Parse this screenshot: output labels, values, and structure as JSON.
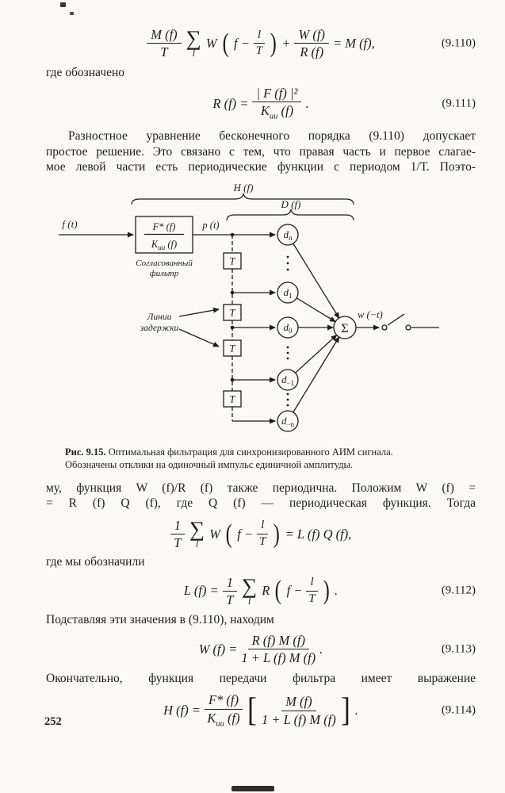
{
  "colors": {
    "paper": "#faf9f5",
    "ink": "#1e1d1a"
  },
  "page_number": "252",
  "sym": {
    "lp": "(",
    "rp": ")",
    "lb": "[",
    "rb": "]"
  },
  "text": {
    "where1": "где обозначено",
    "para1": [
      "Разностное уравнение бесконечного порядка (9.110) допускает",
      "простое решение. Это связано с тем, что правая часть и первое слагае-",
      "мое левой части есть периодические функции с периодом 1/Т. Поэто-"
    ],
    "para2": [
      "му, функция W (f)/R (f) также периодична. Положим W (f) =",
      "= R (f) Q (f), где Q (f) — периодическая функция. Тогда"
    ],
    "where2": "где мы обозначили",
    "para3": "Подставляя эти значения в (9.110), находим",
    "para4": "Окончательно, функция передачи фильтра имеет выражение"
  },
  "caption": {
    "lead": "Рис. 9.15.",
    "line1": "Оптимальная фильтрация для синхронизированного АИМ сигнала.",
    "line2": "Обозначены отклики на одиночный импульс единичной амплитуды."
  },
  "eq110": {
    "f1num": "M (f)",
    "f1den": "T",
    "sum": "∑",
    "sumsub": "l",
    "w": "W",
    "inner": "f −",
    "f2num": "l",
    "f2den": "T",
    "plus": "+",
    "f3num": "W (f)",
    "f3den": "R (f)",
    "tail": "= M (f),",
    "label": "(9.110)"
  },
  "eq111": {
    "lhs": "R (f) =",
    "num": "| F (f) |²",
    "denbase": "K",
    "densub": "ии",
    "denarg": " (f)",
    "dot": ".",
    "label": "(9.111)"
  },
  "eqq": {
    "f1num": "1",
    "f1den": "T",
    "sum": "∑",
    "sumsub": "l",
    "w": "W",
    "inner": "f −",
    "f2num": "l",
    "f2den": "T",
    "tail": "= L (f) Q (f),"
  },
  "eq112": {
    "lhs": "L (f) =",
    "f1num": "1",
    "f1den": "T",
    "sum": "∑",
    "sumsub": "l",
    "r": "R",
    "inner": "f −",
    "f2num": "l",
    "f2den": "T",
    "dot": ".",
    "label": "(9.112)"
  },
  "eq113": {
    "lhs": "W (f) =",
    "num": "R (f) M (f)",
    "den": "1 + L (f) M (f)",
    "dot": ".",
    "label": "(9.113)"
  },
  "eq114": {
    "lhs": "H (f) =",
    "f1num": "F* (f)",
    "f1denbase": "K",
    "f1densub": "ии",
    "f1denarg": " (f)",
    "f2num": "M (f)",
    "f2den": "1 + L (f) M (f)",
    "dot": ".",
    "label": "(9.114)"
  },
  "diagram": {
    "hf": "H (f)",
    "df": "D (f)",
    "ft": "f (t)",
    "pt": "p (t)",
    "boxnum": "F* (f)",
    "boxdenbase": "K",
    "boxdensub": "ии",
    "boxdenarg": " (f)",
    "matched1": "Согласованный",
    "matched2": "фильтр",
    "delays1": "Линии",
    "delays2": "задержки",
    "t": "T",
    "taps": [
      {
        "base": "d",
        "sub": "n"
      },
      {
        "base": "d",
        "sub": "1"
      },
      {
        "base": "d",
        "sub": "0"
      },
      {
        "base": "d",
        "sub": "−1"
      },
      {
        "base": "d",
        "sub": "−n"
      }
    ],
    "sigma": "Σ",
    "out": "w (−t)"
  }
}
